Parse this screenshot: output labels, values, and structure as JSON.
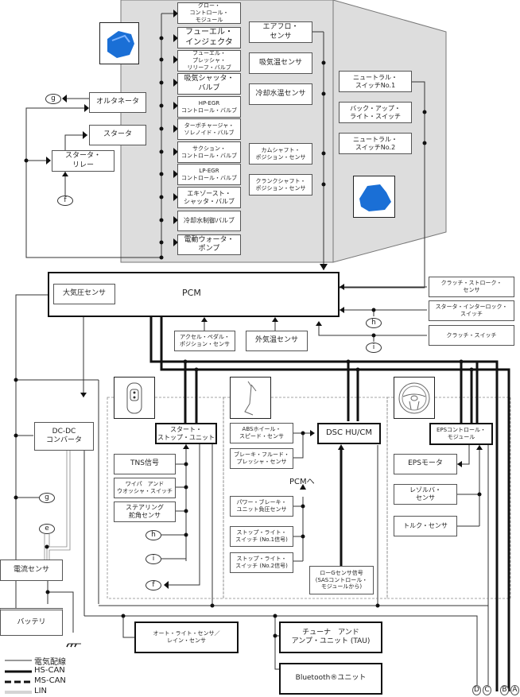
{
  "engine_group": {
    "actuators": [
      "グロー・\nコントロール・\nモジュール",
      "フューエル・\nインジェクタ",
      "フューエル・\nプレッシャ・\nリリーフ・バルブ",
      "吸気シャッタ・\nバルブ",
      "HP-EGR\nコントロール・バルブ",
      "ターボチャージャ・\nソレノイド・バルブ",
      "サクション・\nコントロール・バルブ",
      "LP-EGR\nコントロール・バルブ",
      "エキゾースト・\nシャッタ・バルブ",
      "冷却水制御バルブ",
      "電動ウォータ・\nポンプ"
    ],
    "sensors": [
      "エアフロ・\nセンサ",
      "吸気温センサ",
      "冷却水温センサ",
      "カムシャフト・\nポジション・センサ",
      "クランクシャフト・\nポジション・センサ"
    ],
    "alternator": "オルタネータ",
    "starter": "スタータ",
    "starter_relay": "スタータ・\nリレー"
  },
  "transmission_group": {
    "switches": [
      "ニュートラル・\nスイッチNo.1",
      "バック・アップ・\nライト・スイッチ",
      "ニュートラル・\nスイッチNo.2"
    ]
  },
  "pcm": {
    "label": "PCM",
    "baro_sensor": "大気圧センサ",
    "inputs_bottom": [
      "アクセル・ペダル・\nポジション・センサ",
      "外気温センサ"
    ],
    "inputs_right": [
      "クラッチ・ストローク・\nセンサ",
      "スタータ・インターロック・\nスイッチ",
      "クラッチ・スイッチ"
    ]
  },
  "power": {
    "dcdc": "DC-DC\nコンバータ",
    "current_sensor": "電流センサ",
    "battery": "バッテリ"
  },
  "start_stop_group": {
    "unit": "スタート・\nストップ・ユニット",
    "inputs": [
      "TNS信号",
      "ワイパ　アンド\nウオッシャ・スイッチ",
      "ステアリング\n舵角センサ"
    ]
  },
  "dsc_group": {
    "unit": "DSC HU/CM",
    "inputs": [
      "ABSホイール・\nスピード・センサ",
      "ブレーキ・フルード・\nプレッシャ・センサ"
    ],
    "to_pcm_label": "PCMへ",
    "to_pcm_inputs": [
      "パワー・ブレーキ・\nユニット負圧センサ",
      "ストップ・ライト・\nスイッチ (No.1信号)",
      "ストップ・ライト・\nスイッチ (No.2信号)"
    ],
    "low_g": "ローGセンサ信号\n(SASコントロール・\nモジュールから)"
  },
  "eps_group": {
    "unit": "EPSコントロール・\nモジュール",
    "motor": "EPSモータ",
    "sensors": [
      "レゾルバ・\nセンサ",
      "トルク・センサ"
    ]
  },
  "other_modules": {
    "auto_light": "オート・ライト・センサ／\nレイン・センサ",
    "tau": "チューナ　アンド\nアンプ・ユニット (TAU)",
    "bluetooth": "Bluetooth®ユニット"
  },
  "connectors": {
    "e": "e",
    "f": "f",
    "g": "g",
    "h": "h",
    "i": "i"
  },
  "bus_ends": [
    "D",
    "C",
    "B",
    "A"
  ],
  "legend": [
    {
      "label": "電気配線",
      "style": "thin"
    },
    {
      "label": "HS-CAN",
      "style": "thick"
    },
    {
      "label": "MS-CAN",
      "style": "dashed"
    },
    {
      "label": "LIN",
      "style": "double"
    }
  ],
  "colors": {
    "engine_bg": "#dddddd",
    "part_blue": "#1a6fd6",
    "line": "#333333"
  }
}
